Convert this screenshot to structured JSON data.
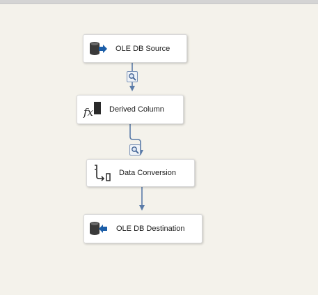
{
  "canvas": {
    "background_color": "#f4f2eb",
    "wire_color": "#5a7ba8"
  },
  "components": {
    "source": {
      "label": "OLE DB Source",
      "icon": "ole-db-source-icon"
    },
    "derived": {
      "label": "Derived Column",
      "icon": "derived-column-fx-icon"
    },
    "convert": {
      "label": "Data Conversion",
      "icon": "data-conversion-icon"
    },
    "dest": {
      "label": "OLE DB Destination",
      "icon": "ole-db-destination-icon"
    }
  },
  "data_viewers": [
    {
      "icon": "data-viewer-magnifier-icon"
    },
    {
      "icon": "data-viewer-magnifier-icon"
    }
  ]
}
